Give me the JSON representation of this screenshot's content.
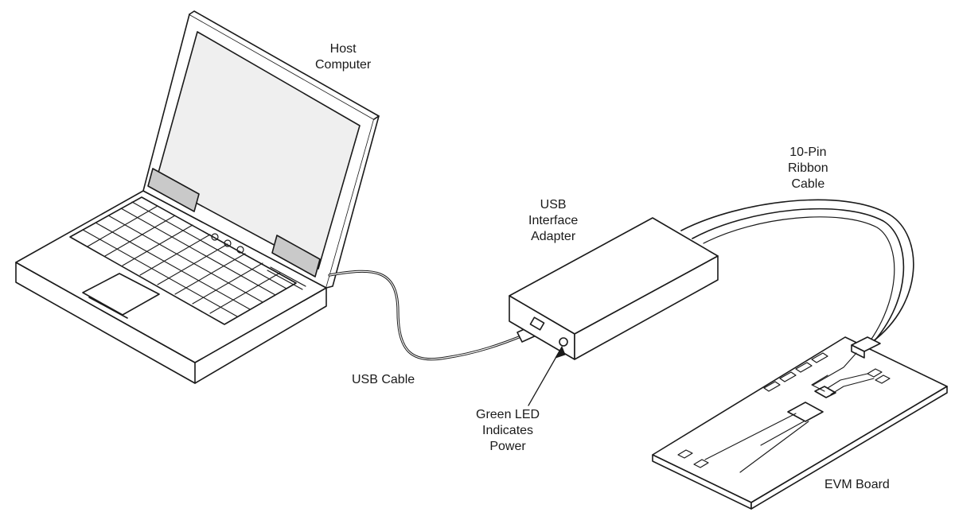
{
  "labels": {
    "host_computer": [
      "Host",
      "Computer"
    ],
    "usb_interface_adapter": [
      "USB",
      "Interface",
      "Adapter"
    ],
    "ribbon_cable": [
      "10-Pin",
      "Ribbon",
      "Cable"
    ],
    "usb_cable": "USB Cable",
    "green_led": [
      "Green LED",
      "Indicates",
      "Power"
    ],
    "evm_board": "EVM Board"
  },
  "colors": {
    "line": "#1a1a1a",
    "fill": "#ffffff",
    "screen": "#f0f0f0",
    "shade": "#c9c9c9"
  }
}
